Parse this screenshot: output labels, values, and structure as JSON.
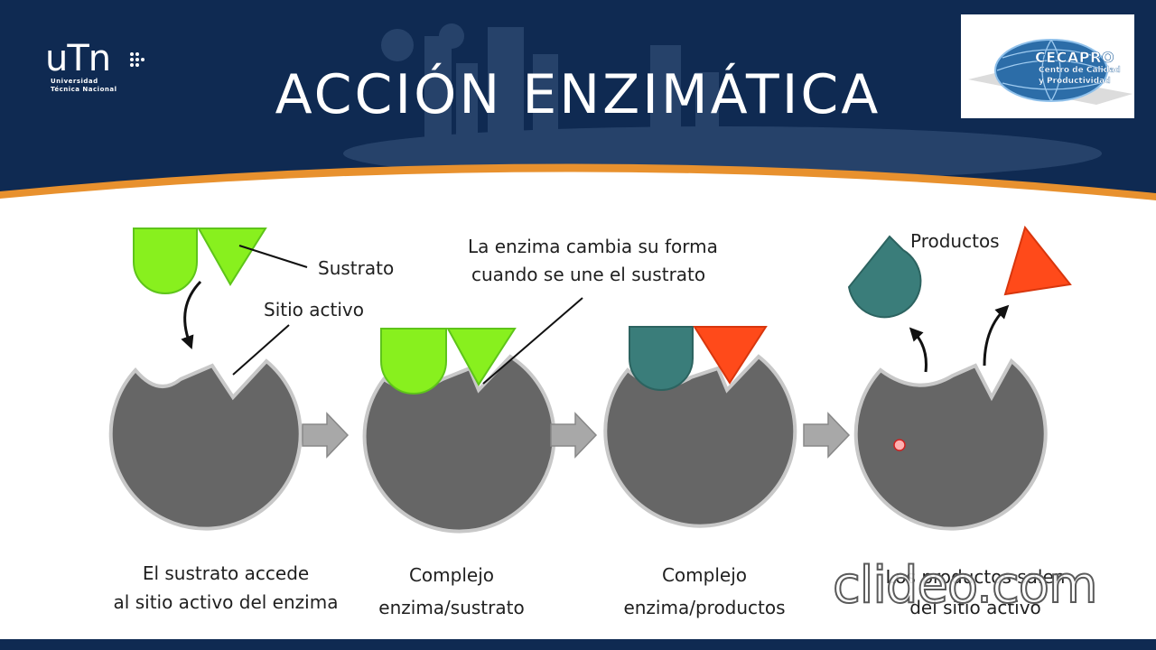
{
  "slide": {
    "title": "ACCIÓN ENZIMÁTICA",
    "colors": {
      "header": "#0f2a52",
      "accent_band": "#e8912e",
      "footer": "#0f2a52"
    }
  },
  "logos": {
    "utn": {
      "mark": "uTn",
      "line1": "Universidad",
      "line2": "Técnica Nacional"
    },
    "cecapro": {
      "name": "CECAPRO",
      "line1": "Centro de Calidad",
      "line2": "y Productividad"
    }
  },
  "diagram": {
    "labels": {
      "substrate": "Sustrato",
      "active_site": "Sitio activo",
      "shape_change_1": "La enzima cambia su forma",
      "shape_change_2": "cuando se une el sustrato",
      "products": "Productos"
    },
    "steps": [
      {
        "caption_1": "El sustrato accede",
        "caption_2": "al sitio activo del enzima"
      },
      {
        "caption_1": "Complejo",
        "caption_2": "enzima/sustrato"
      },
      {
        "caption_1": "Complejo",
        "caption_2": "enzima/productos"
      },
      {
        "caption_1": "Los productos salen",
        "caption_2": "del sitio activo"
      }
    ],
    "colors": {
      "enzyme": "#666666",
      "enzyme_outline": "#c8c8c8",
      "substrate": "#88f01e",
      "product_round": "#3a7d7a",
      "product_triangle": "#ff4a1a",
      "arrow": "#a8a8a8"
    }
  },
  "watermark": "clideo.com"
}
